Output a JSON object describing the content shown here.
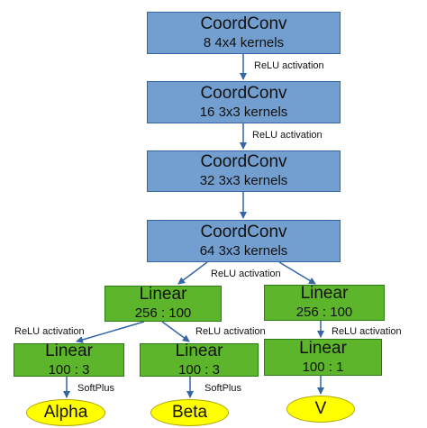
{
  "nodes": {
    "conv1": {
      "title": "CoordConv",
      "detail": "8 4x4 kernels"
    },
    "conv2": {
      "title": "CoordConv",
      "detail": "16 3x3 kernels"
    },
    "conv3": {
      "title": "CoordConv",
      "detail": "32 3x3 kernels"
    },
    "conv4": {
      "title": "CoordConv",
      "detail": "64 3x3 kernels"
    },
    "linA": {
      "title": "Linear",
      "detail": "256 : 100"
    },
    "linB": {
      "title": "Linear",
      "detail": "256 : 100"
    },
    "linC": {
      "title": "Linear",
      "detail": "100 : 3"
    },
    "linD": {
      "title": "Linear",
      "detail": "100 : 3"
    },
    "linE": {
      "title": "Linear",
      "detail": "100 : 1"
    }
  },
  "outputs": {
    "alpha": "Alpha",
    "beta": "Beta",
    "v": "V"
  },
  "edge_labels": {
    "e1": "ReLU activation",
    "e2": "ReLU activation",
    "e3": "ReLU activation",
    "e4": "ReLU activation",
    "e5": "ReLU activation",
    "e6": "ReLU activation",
    "s1": "SoftPlus",
    "s2": "SoftPlus"
  },
  "colors": {
    "conv_fill": "#729fcf",
    "linear_fill": "#5cb52a",
    "output_fill": "#ffff00",
    "arrow": "#3465a4"
  }
}
